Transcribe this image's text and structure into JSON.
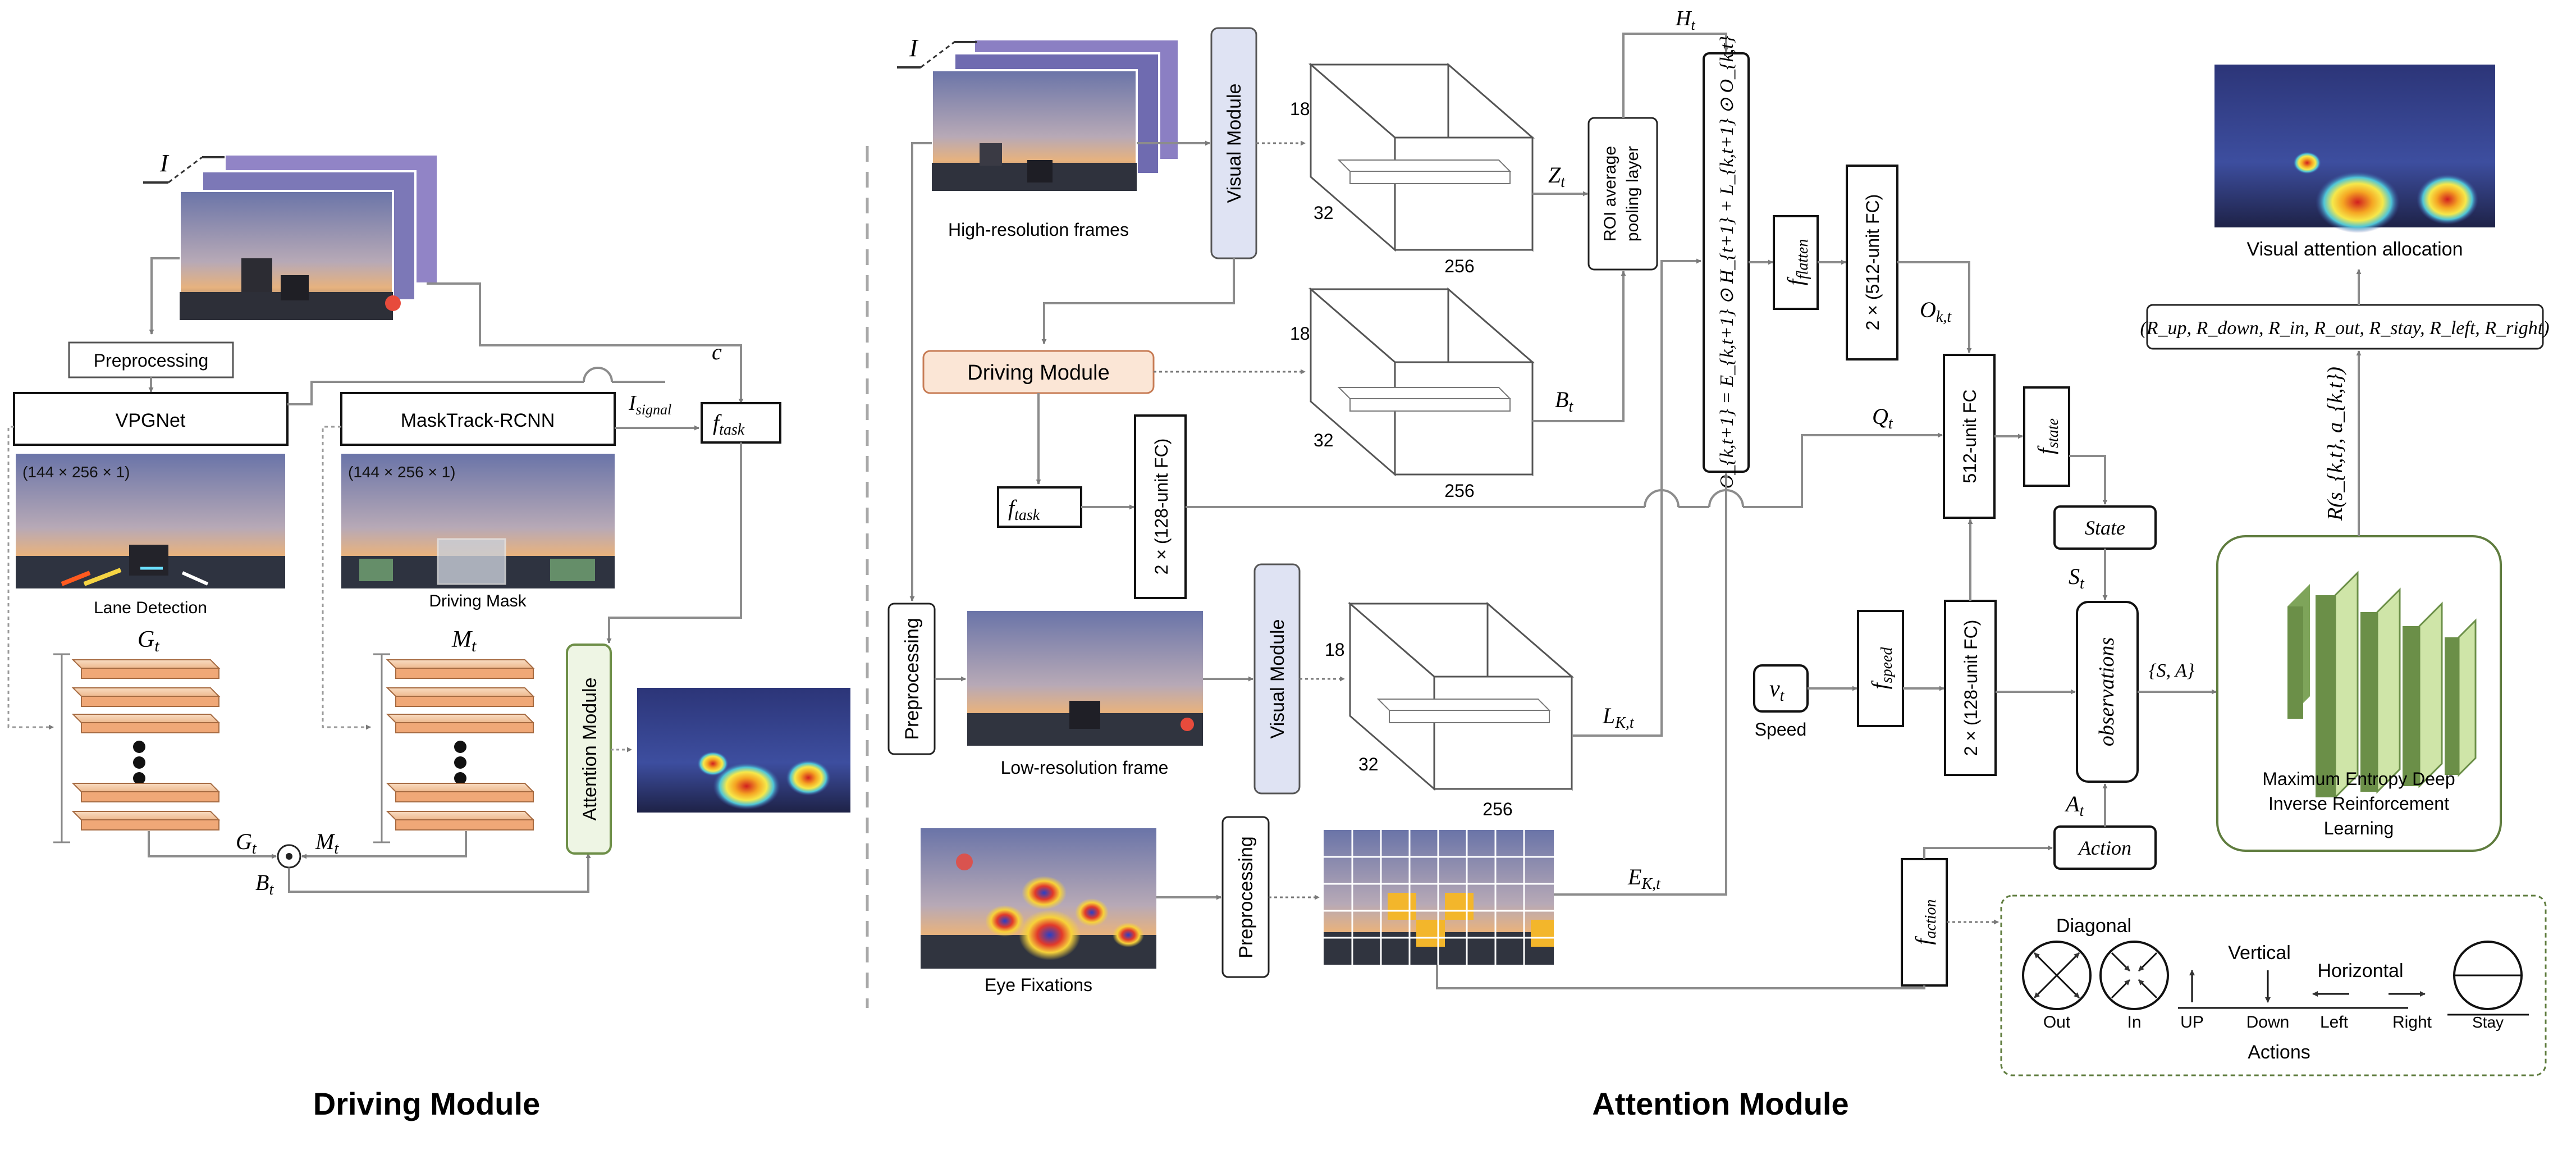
{
  "titles": {
    "driving": "Driving Module",
    "attention": "Attention Module"
  },
  "driving_panel": {
    "input_label": "I",
    "preprocessing": "Preprocessing",
    "vpgnet": "VPGNet",
    "masktrack": "MaskTrack-RCNN",
    "dims_lane": "(144 × 256 × 1)",
    "dims_mask": "(144 × 256 × 1)",
    "lane_caption": "Lane Detection",
    "mask_caption": "Driving Mask",
    "g_label": "G",
    "g_sub": "t",
    "m_label": "M",
    "m_sub": "t",
    "b_label": "B",
    "b_sub": "t",
    "c_label": "c",
    "isignal_main": "I",
    "isignal_sub": "signal",
    "ftask_main": "f",
    "ftask_sub": "task",
    "attention_module": "Attention Module",
    "odot": "⊙"
  },
  "attention_panel": {
    "input_label": "I",
    "high_res_caption": "High-resolution frames",
    "low_res_caption": "Low-resolution frame",
    "eye_caption": "Eye Fixations",
    "visual_module_top": "Visual Module",
    "visual_module_bottom": "Visual Module",
    "driving_module": "Driving Module",
    "preprocessing_left": "Preprocessing",
    "preprocessing_bottom": "Preprocessing",
    "cube_top": {
      "depth": "18",
      "height": "32",
      "width": "256"
    },
    "cube_mid": {
      "depth": "18",
      "height": "32",
      "width": "256"
    },
    "cube_low": {
      "depth": "18",
      "height": "32",
      "width": "256"
    },
    "z_main": "Z",
    "z_sub": "t",
    "bt_main": "B",
    "bt_sub": "t",
    "l_main": "L",
    "l_sub": "K,t",
    "e_main": "E",
    "e_sub": "K,t",
    "h_main": "H",
    "h_sub": "t",
    "roi_line1": "ROI average",
    "roi_line2": "pooling layer",
    "okt_equation": "O_{k,t+1} = E_{k,t+1} ⊙ H_{t+1} + L_{k,t+1} ⊙ O_{k,t}",
    "fflatten_main": "f",
    "fflatten_sub": "flatten",
    "fc512x2": "2 × (512-unit FC)",
    "o_main": "O",
    "o_sub": "k,t",
    "fc512": "512-unit FC",
    "q_main": "Q",
    "q_sub": "t",
    "fstate_main": "f",
    "fstate_sub": "state",
    "state": "State",
    "s_main": "S",
    "s_sub": "t",
    "ftask_main": "f",
    "ftask_sub": "task",
    "fc128_task": "2 × (128-unit FC)",
    "v_main": "v",
    "v_sub": "t",
    "speed": "Speed",
    "fspeed_main": "f",
    "fspeed_sub": "speed",
    "fc128_speed": "2 × (128-unit FC)",
    "observations": "observations",
    "sa": "{S, A}",
    "a_main": "A",
    "a_sub": "t",
    "action": "Action",
    "faction_main": "f",
    "faction_sub": "action",
    "reward_tuple": "(R_up, R_down, R_in, R_out, R_stay, R_left, R_right)",
    "reward_fn": "R(s_{k,t}, a_{k,t})",
    "visual_attention_caption": "Visual attention allocation",
    "irl_line1": "Maximum Entropy Deep",
    "irl_line2": "Inverse Reinforcement",
    "irl_line3": "Learning"
  },
  "actions_legend": {
    "title": "Actions",
    "diagonal": "Diagonal",
    "vertical": "Vertical",
    "horizontal": "Horizontal",
    "out": "Out",
    "in": "In",
    "up": "UP",
    "down": "Down",
    "left": "Left",
    "right": "Right",
    "stay": "Stay"
  },
  "colors": {
    "visual_module_fill": "#dfe3f3",
    "driving_module_fill": "#fbe6d6",
    "driving_module_stroke": "#c77c55",
    "attention_fill": "#eef5e4",
    "attention_stroke": "#6e8f48",
    "layer_fill": "#f3c9a3",
    "layer_stroke": "#a66b42",
    "grid_highlight": "#f3b62b",
    "irl_panel_stroke": "#5f7c3e",
    "irl_layer_fill": "#cfe5a8"
  }
}
